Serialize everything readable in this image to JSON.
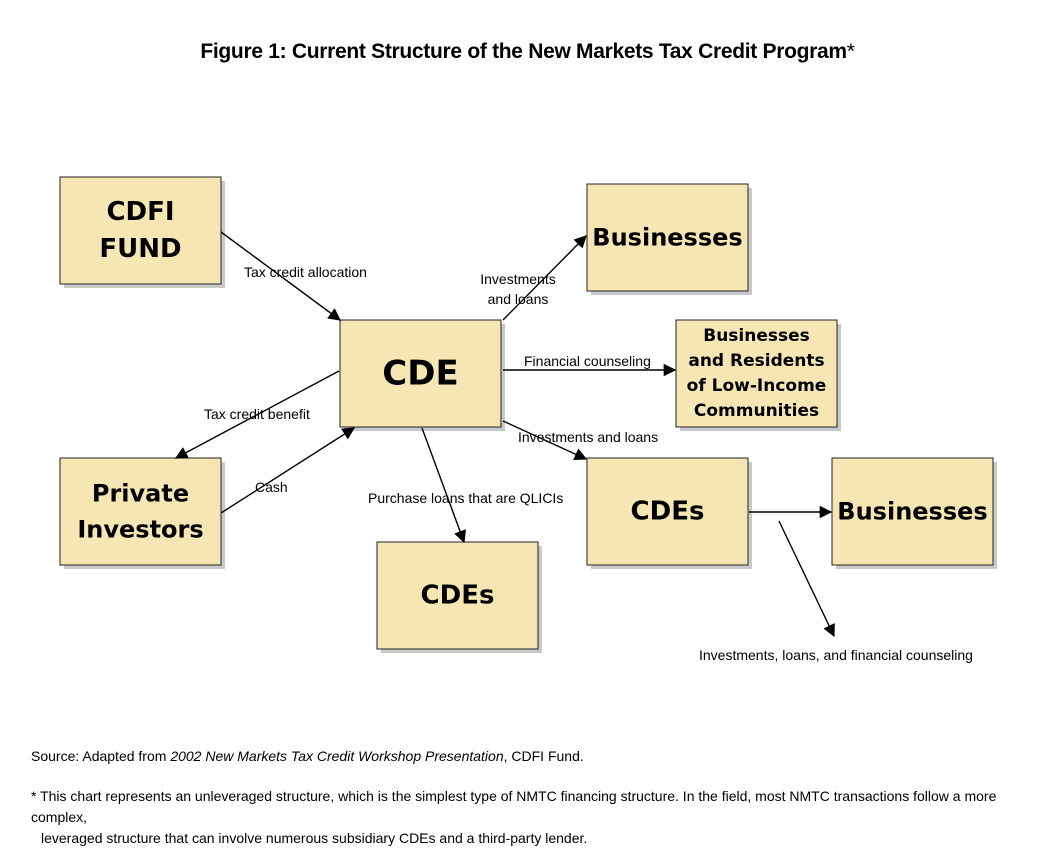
{
  "title": {
    "main": "Figure 1:  Current Structure of the New Markets Tax Credit Program",
    "asterisk": "*"
  },
  "boxes": {
    "cdfi_fund": [
      "CDFI",
      "FUND"
    ],
    "cde": [
      "CDE"
    ],
    "private_investors": [
      "Private",
      "Investors"
    ],
    "businesses_top": [
      "Businesses"
    ],
    "residents": [
      "Businesses",
      "and Residents",
      "of Low-Income",
      "Communities"
    ],
    "cdes_right": [
      "CDEs"
    ],
    "businesses_right": [
      "Businesses"
    ],
    "cdes_bottom": [
      "CDEs"
    ]
  },
  "edges": {
    "tax_credit_allocation": [
      "Tax credit allocation"
    ],
    "investments_and_loans_top": [
      "Investments",
      "and loans"
    ],
    "financial_counseling": [
      "Financial counseling"
    ],
    "investments_and_loans_right": [
      "Investments and loans"
    ],
    "tax_credit_benefit": [
      "Tax credit benefit"
    ],
    "cash": [
      "Cash"
    ],
    "purchase_loans": [
      "Purchase loans that are QLICIs"
    ],
    "investments_loans_counseling": [
      "Investments, loans, and financial counseling"
    ]
  },
  "footer": {
    "source_prefix": "Source:  Adapted from ",
    "source_italic": "2002 New Markets Tax Credit Workshop Presentation",
    "source_suffix": ", CDFI Fund.",
    "note_line1": "* This chart represents an unleveraged structure, which is the simplest type of NMTC financing structure.  In the field, most NMTC transactions follow a more complex,",
    "note_line2": "leveraged structure that can involve numerous subsidiary CDEs and a third-party lender."
  },
  "colors": {
    "box_fill": "#f6e6b4",
    "box_border": "#222222",
    "shadow": "#c9c9c9"
  }
}
